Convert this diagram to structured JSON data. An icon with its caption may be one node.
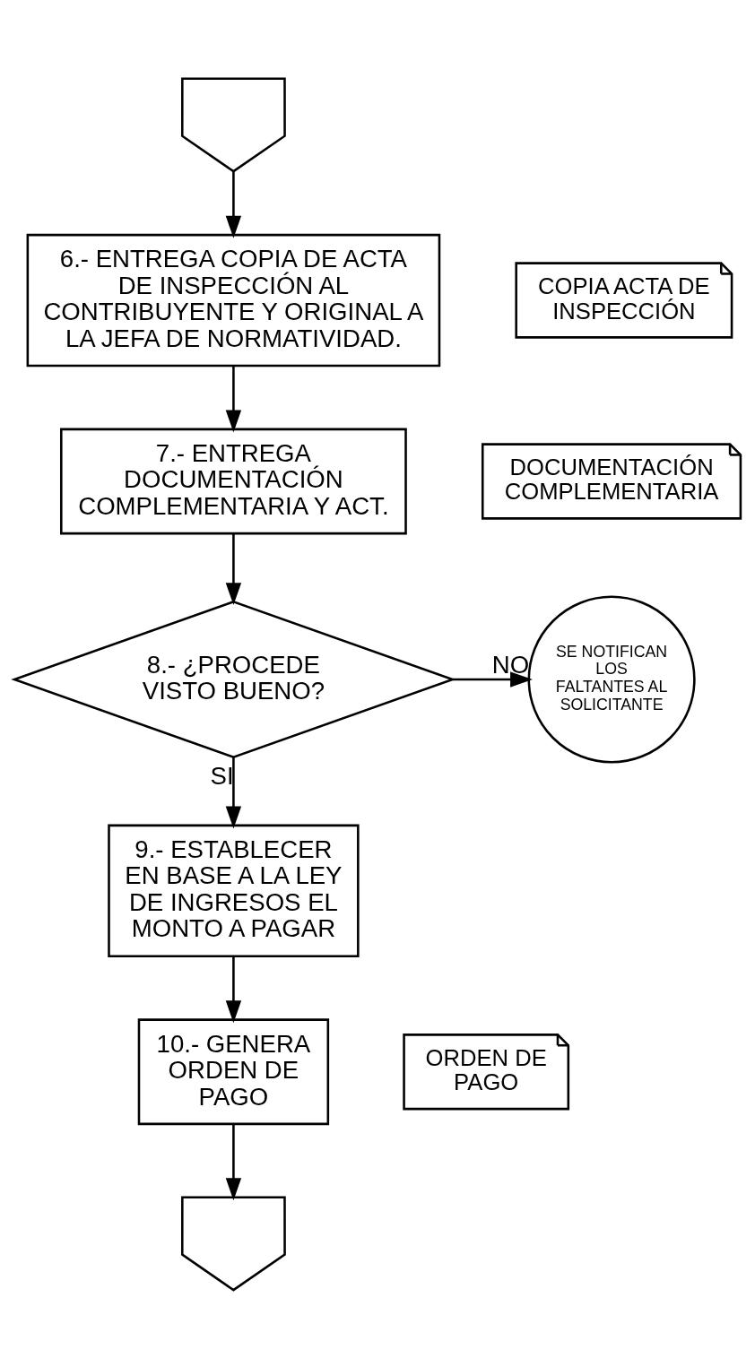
{
  "diagram": {
    "nodes": [
      {
        "text": [],
        "shape": "pentagon"
      },
      {
        "text": [
          "6.- ENTREGA COPIA DE ACTA DE INSPECCIÓN AL CONTRIBUYENTE Y ORIGINAL A LA JEFA DE NORMATIVIDAD."
        ]
      },
      {
        "text": [
          "COPIA ACTA DE INSPECCIÓN"
        ]
      },
      {
        "text": [
          "7.- ENTREGA DOCUMENTACIÓN COMPLEMENTARIA Y ACT."
        ]
      },
      {
        "text": [
          "DOCUMENTACIÓN COMPLEMENTARIA"
        ]
      },
      {
        "text": [
          "8.- ¿PROCEDE VISTO BUENO?"
        ]
      },
      {
        "text": [
          "SE NOTIFICAN LOS FALTANTES AL SOLICITANTE"
        ]
      },
      {
        "text": [
          "9.- ESTABLECER EN BASE A LA LEY DE INGRESOS EL MONTO A PAGAR"
        ]
      },
      {
        "text": [
          "10.- GENERA ORDEN DE PAGO"
        ]
      },
      {
        "text": [
          "ORDEN DE PAGO"
        ]
      },
      {
        "text": [],
        "shape": "pentagon"
      }
    ],
    "edges": [
      {
        "from": 0,
        "to": 1,
        "arrow": "to"
      },
      {
        "from": 1,
        "to": 3,
        "arrow": "to"
      },
      {
        "from": 3,
        "to": 5,
        "arrow": "to"
      },
      {
        "from": 5,
        "to": 6,
        "arrow": "to",
        "label": "NO"
      },
      {
        "from": 5,
        "to": 7,
        "arrow": "to",
        "label": "SI"
      },
      {
        "from": 7,
        "to": 8,
        "arrow": "to"
      },
      {
        "from": 8,
        "to": 10,
        "arrow": "to"
      }
    ]
  }
}
